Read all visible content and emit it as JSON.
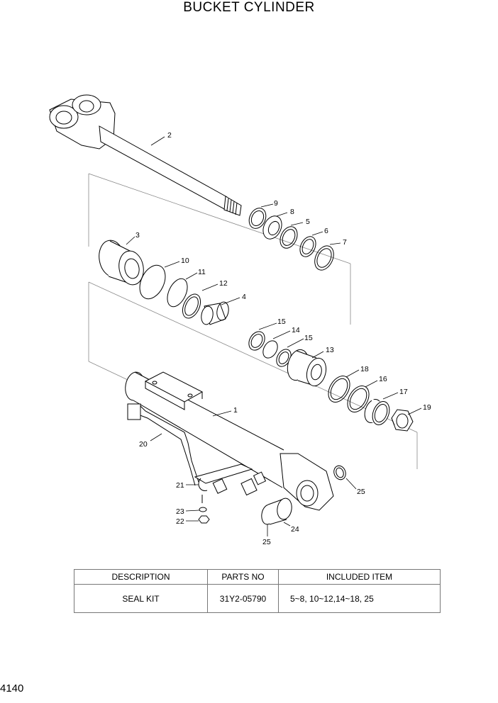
{
  "title": "BUCKET CYLINDER",
  "page_number": "4140",
  "callouts": [
    "1",
    "2",
    "3",
    "4",
    "5",
    "6",
    "7",
    "8",
    "9",
    "10",
    "11",
    "12",
    "13",
    "14",
    "15",
    "15",
    "16",
    "17",
    "18",
    "19",
    "20",
    "21",
    "22",
    "23",
    "24",
    "25",
    "25"
  ],
  "table": {
    "headers": [
      "DESCRIPTION",
      "PARTS NO",
      "INCLUDED ITEM"
    ],
    "rows": [
      [
        "SEAL KIT",
        "31Y2-05790",
        "5~8, 10~12,14~18, 25"
      ]
    ]
  }
}
